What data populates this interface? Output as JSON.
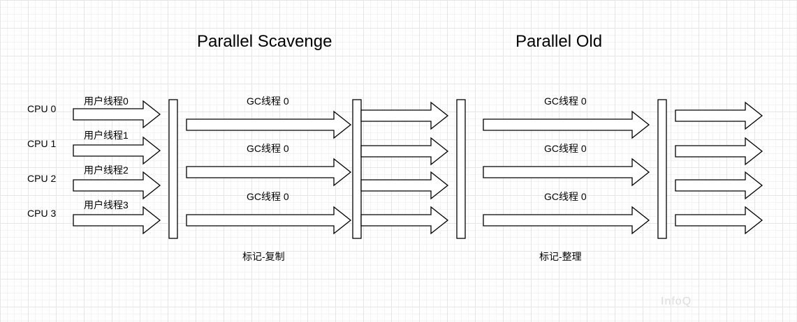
{
  "titles": {
    "scavenge": "Parallel Scavenge",
    "old": "Parallel Old"
  },
  "cpus": [
    "CPU 0",
    "CPU 1",
    "CPU 2",
    "CPU 3"
  ],
  "user_threads": [
    "用户线程0",
    "用户线程1",
    "用户线程2",
    "用户线程3"
  ],
  "gc_threads_scavenge": [
    "GC线程 0",
    "GC线程 0",
    "GC线程 0"
  ],
  "gc_threads_old": [
    "GC线程 0",
    "GC线程 0",
    "GC线程 0"
  ],
  "phase_labels": {
    "scavenge": "标记-复制",
    "old": "标记-整理"
  },
  "watermark": "InfoQ"
}
